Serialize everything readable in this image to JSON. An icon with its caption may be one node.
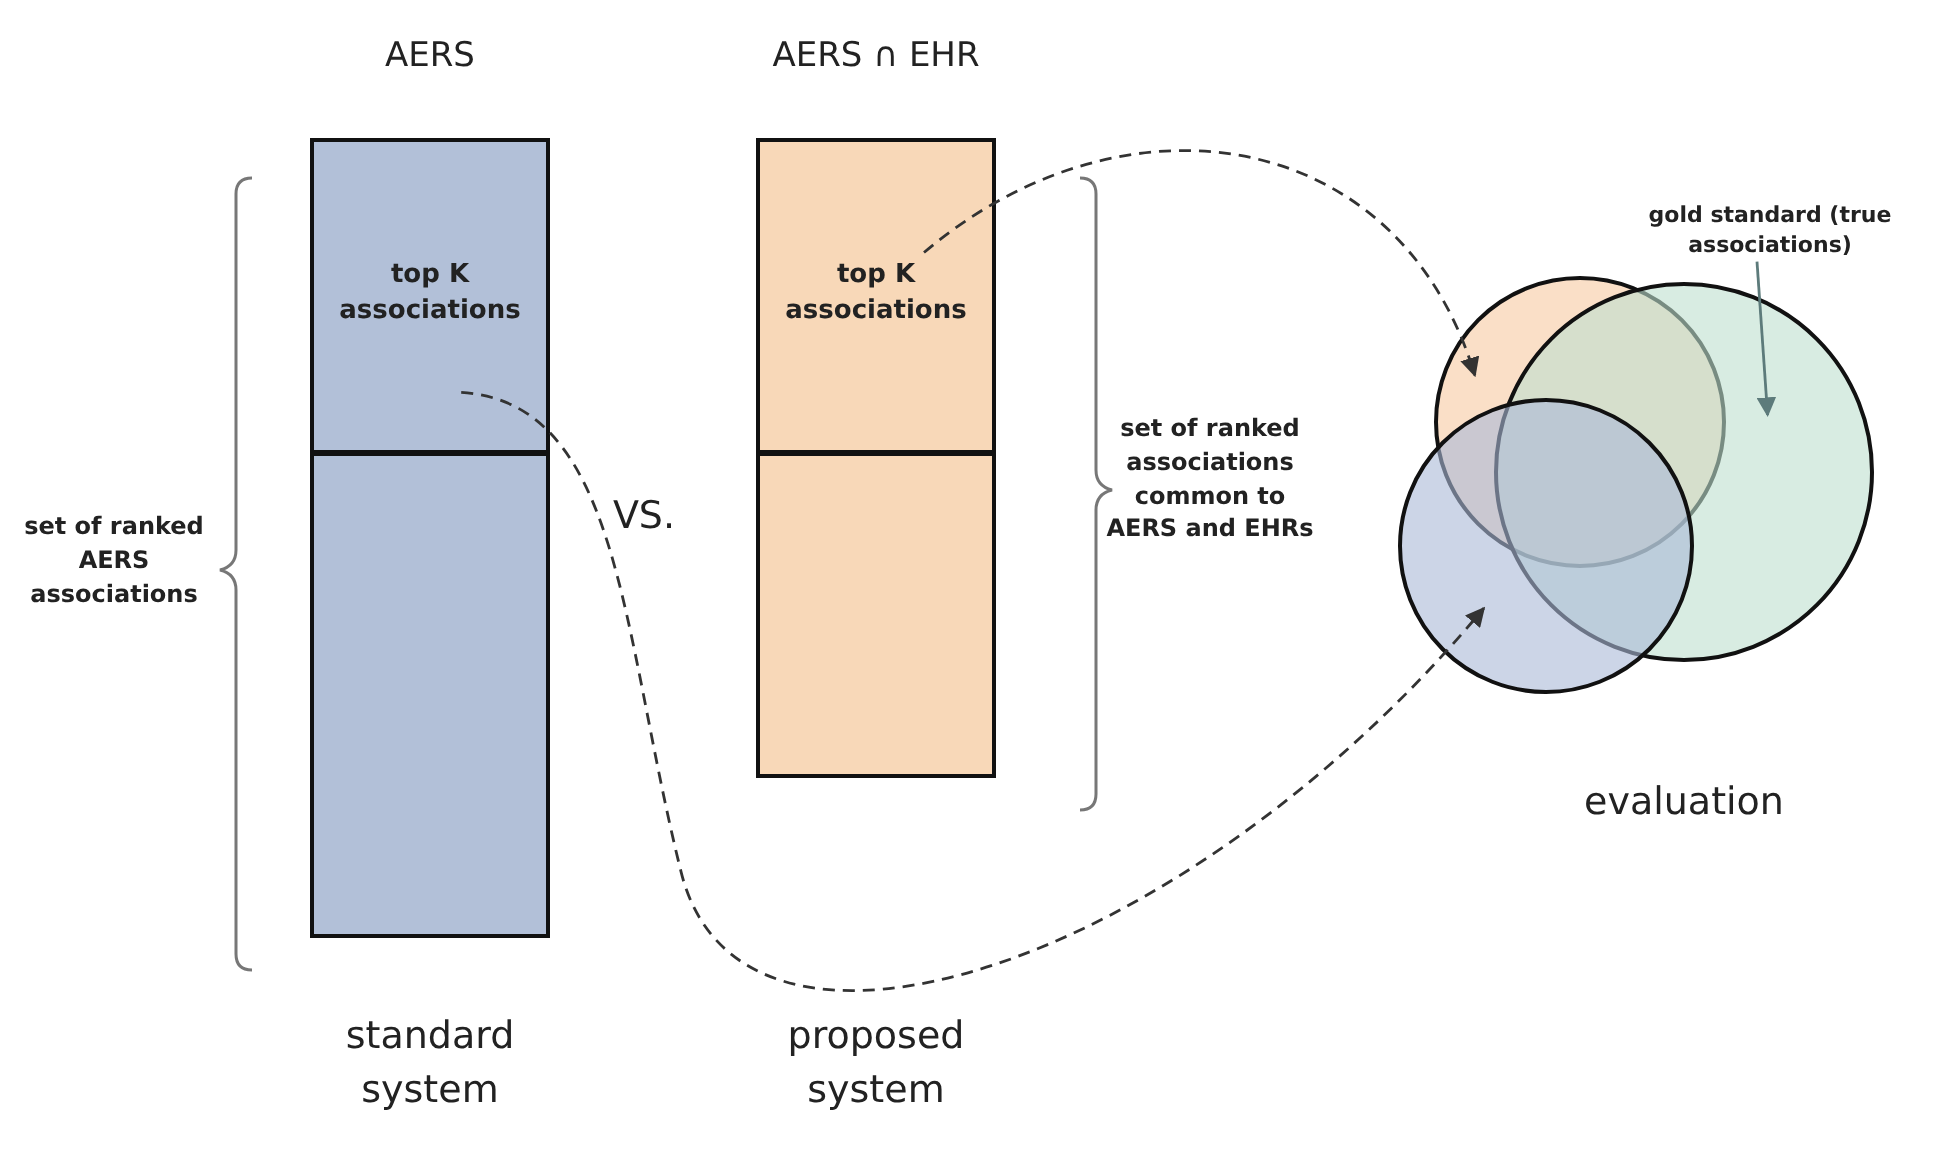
{
  "diagram": {
    "nodes": [
      {
        "text": [
          "AERS"
        ]
      },
      {
        "text": [
          "top K associations"
        ],
        "in": 0
      },
      {
        "text": [],
        "shape": "box",
        "in": 0
      },
      {
        "text": [
          "AERS ∩ EHR"
        ]
      },
      {
        "text": [
          "top K associations"
        ],
        "in": 3
      },
      {
        "text": [],
        "shape": "box",
        "in": 3
      },
      {
        "text": [],
        "shape": "circle"
      },
      {
        "text": [],
        "shape": "circle"
      },
      {
        "text": [],
        "shape": "circle"
      },
      {
        "text": [
          "gold standard (true associations)"
        ]
      }
    ],
    "edges": [
      {
        "from": 1,
        "to": 8,
        "arrow": "to",
        "style": "dashed"
      },
      {
        "from": 4,
        "to": 6,
        "arrow": "to",
        "style": "dashed"
      },
      {
        "from": 9,
        "to": 7,
        "arrow": "to",
        "color": "#5d7b7b"
      }
    ],
    "labels": [
      "set of ranked AERS associations",
      "VS.",
      "set of ranked associations common to AERS and EHRs",
      "evaluation",
      "standard system",
      "proposed system"
    ]
  }
}
